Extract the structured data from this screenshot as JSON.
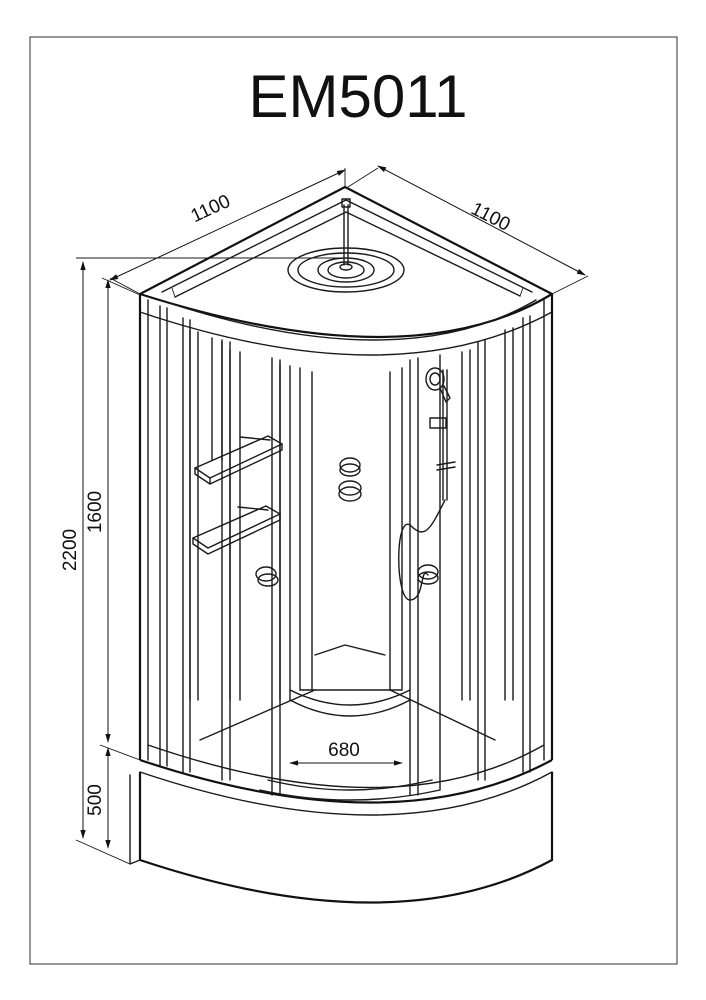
{
  "title": "EM5011",
  "dimensions": {
    "width_left": "1100",
    "width_right": "1100",
    "total_height": "2200",
    "cabin_height": "1600",
    "tray_height": "500",
    "entrance_width": "680"
  },
  "colors": {
    "line": "#1a1a1a",
    "background": "#ffffff"
  }
}
